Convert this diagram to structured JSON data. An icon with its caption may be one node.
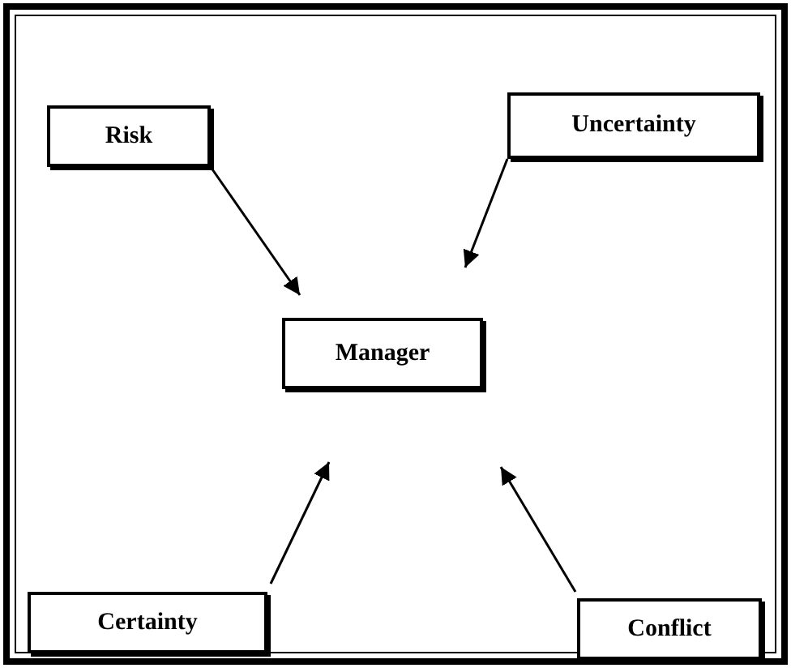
{
  "diagram": {
    "nodes": [
      {
        "text": [
          "Risk"
        ]
      },
      {
        "text": [
          "Uncertainty"
        ]
      },
      {
        "text": [
          "Manager"
        ]
      },
      {
        "text": [
          "Certainty"
        ]
      },
      {
        "text": [
          "Conflict"
        ]
      }
    ],
    "edges": [
      {
        "from": 0,
        "to": 2,
        "arrow": "to"
      },
      {
        "from": 1,
        "to": 2,
        "arrow": "to"
      },
      {
        "from": 3,
        "to": 2,
        "arrow": "to"
      },
      {
        "from": 4,
        "to": 2,
        "arrow": "to"
      }
    ]
  }
}
